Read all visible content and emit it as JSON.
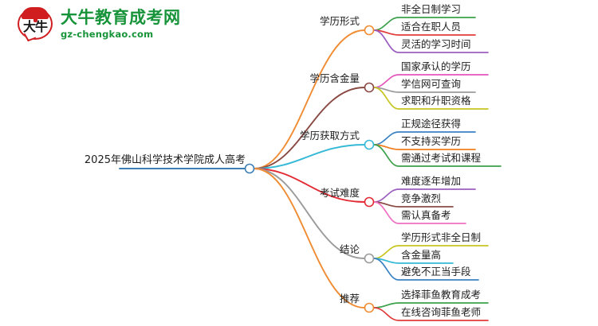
{
  "header": {
    "logo_glyph": "大牛",
    "site_title": "大牛教育成考网",
    "site_domain": "gz-chengkao.com",
    "brand_color": "#17943a",
    "logo_color": "#cf1d20"
  },
  "mindmap": {
    "root": {
      "label": "2025年佛山科学技术学院成人高考",
      "underline_color": "#3d7fb5",
      "node_color": "#3d7fb5"
    },
    "branches": [
      {
        "label": "学历形式",
        "color": "#f08c33",
        "leaves": [
          {
            "label": "非全日制学习",
            "color": "#3ba14a"
          },
          {
            "label": "适合在职人员",
            "color": "#e23b3b"
          },
          {
            "label": "灵活的学习时间",
            "color": "#9b5fc0"
          }
        ]
      },
      {
        "label": "学历含金量",
        "color": "#8a4a44",
        "leaves": [
          {
            "label": "国家承认的学历",
            "color": "#e356bb"
          },
          {
            "label": "学信网可查询",
            "color": "#9b9b9b"
          },
          {
            "label": "求职和升职资格",
            "color": "#c7c520"
          }
        ]
      },
      {
        "label": "学历获取方式",
        "color": "#35b9d6",
        "leaves": [
          {
            "label": "正规途径获得",
            "color": "#3a82c4"
          },
          {
            "label": "不支持买学历",
            "color": "#f07d1e"
          },
          {
            "label": "需通过考试和课程",
            "color": "#3ba14a"
          }
        ]
      },
      {
        "label": "考试难度",
        "color": "#e32a33",
        "leaves": [
          {
            "label": "难度逐年增加",
            "color": "#9b5fc0"
          },
          {
            "label": "竞争激烈",
            "color": "#8a4a44"
          },
          {
            "label": "需认真备考",
            "color": "#ef6fc2"
          }
        ]
      },
      {
        "label": "结论",
        "color": "#9b9b9b",
        "leaves": [
          {
            "label": "学历形式非全日制",
            "color": "#c7c520"
          },
          {
            "label": "含金量高",
            "color": "#35b9d6"
          },
          {
            "label": "避免不正当手段",
            "color": "#3a82c4"
          }
        ]
      },
      {
        "label": "推荐",
        "color": "#f08c33",
        "leaves": [
          {
            "label": "选择菲鱼教育成考",
            "color": "#3ba14a"
          },
          {
            "label": "在线咨询菲鱼老师",
            "color": "#e23b3b"
          }
        ]
      }
    ]
  }
}
